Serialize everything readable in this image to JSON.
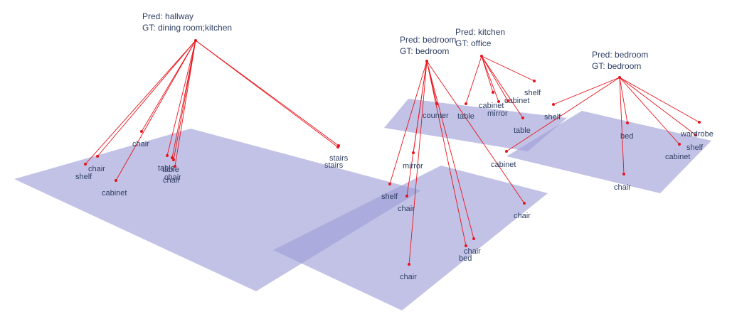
{
  "colors": {
    "plane": "#9c9dd6",
    "edge": "#e8141c",
    "text": "#2e3f63"
  },
  "rooms": [
    {
      "id": "r1",
      "pred": "Pred: hallway",
      "gt": "GT: dining room;kitchen"
    },
    {
      "id": "r2",
      "pred": "Pred: bedroom",
      "gt": "GT: bedroom"
    },
    {
      "id": "r3",
      "pred": "Pred: kitchen",
      "gt": "GT: office"
    },
    {
      "id": "r4",
      "pred": "Pred: bedroom",
      "gt": "GT: bedroom"
    }
  ],
  "objects": [
    {
      "id": "o1",
      "room": "r1",
      "label": "chair"
    },
    {
      "id": "o2",
      "room": "r1",
      "label": "shelf"
    },
    {
      "id": "o3",
      "room": "r1",
      "label": "cabinet"
    },
    {
      "id": "o4",
      "room": "r1",
      "label": "chair"
    },
    {
      "id": "o5",
      "room": "r1",
      "label": "table"
    },
    {
      "id": "o6",
      "room": "r1",
      "label": "table"
    },
    {
      "id": "o7",
      "room": "r1",
      "label": "chair"
    },
    {
      "id": "o8",
      "room": "r1",
      "label": "chair"
    },
    {
      "id": "o9",
      "room": "r1",
      "label": "stairs"
    },
    {
      "id": "o10",
      "room": "r1",
      "label": "stairs"
    },
    {
      "id": "o11",
      "room": "r2",
      "label": "counter"
    },
    {
      "id": "o12",
      "room": "r2",
      "label": "mirror"
    },
    {
      "id": "o13",
      "room": "r2",
      "label": "shelf"
    },
    {
      "id": "o14",
      "room": "r2",
      "label": "chair"
    },
    {
      "id": "o15",
      "room": "r2",
      "label": "chair"
    },
    {
      "id": "o16",
      "room": "r2",
      "label": "chair"
    },
    {
      "id": "o17",
      "room": "r2",
      "label": "bed"
    },
    {
      "id": "o18",
      "room": "r2",
      "label": "chair"
    },
    {
      "id": "o19",
      "room": "r3",
      "label": "table"
    },
    {
      "id": "o20",
      "room": "r3",
      "label": "cabinet"
    },
    {
      "id": "o21",
      "room": "r3",
      "label": "mirror"
    },
    {
      "id": "o22",
      "room": "r3",
      "label": "cabinet"
    },
    {
      "id": "o23",
      "room": "r3",
      "label": "shelf"
    },
    {
      "id": "o24",
      "room": "r3",
      "label": "table"
    },
    {
      "id": "o25",
      "room": "r4",
      "label": "shelf"
    },
    {
      "id": "o26",
      "room": "r4",
      "label": "cabinet"
    },
    {
      "id": "o27",
      "room": "r4",
      "label": "bed"
    },
    {
      "id": "o28",
      "room": "r4",
      "label": "chair"
    },
    {
      "id": "o29",
      "room": "r4",
      "label": "wardrobe"
    },
    {
      "id": "o30",
      "room": "r4",
      "label": "shelf"
    },
    {
      "id": "o31",
      "room": "r4",
      "label": "cabinet"
    }
  ]
}
